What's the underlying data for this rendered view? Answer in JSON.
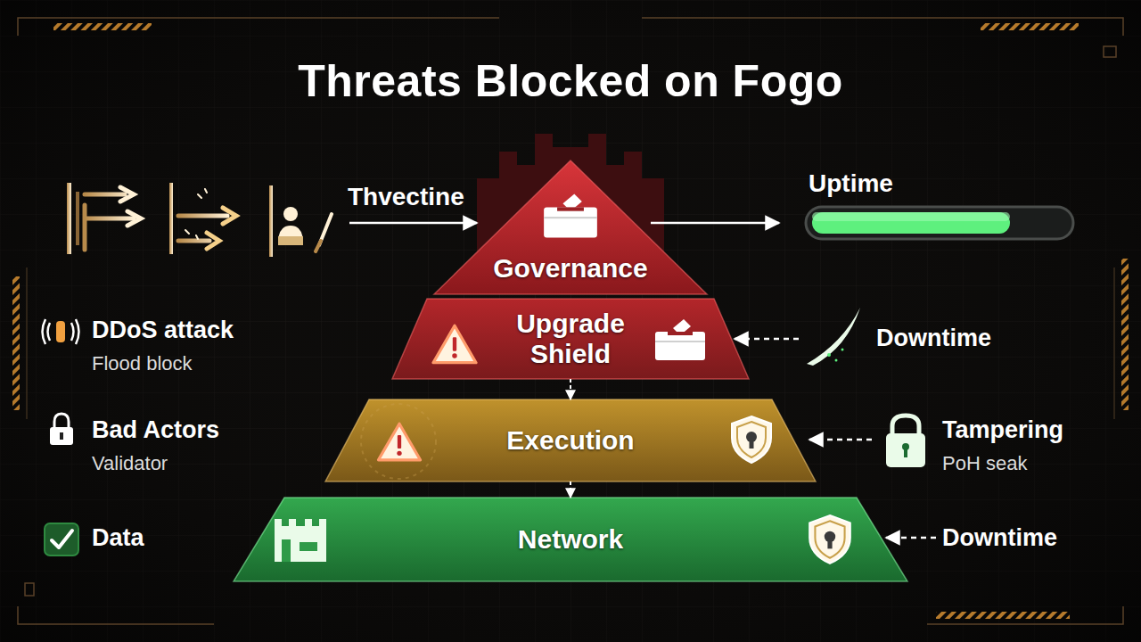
{
  "diagram": {
    "title": "Threats Blocked on Fogo",
    "nodes": [
      {
        "text": [
          "Governance"
        ]
      },
      {
        "text": [
          "Upgrade Shield"
        ]
      },
      {
        "text": [
          "Execution"
        ]
      },
      {
        "text": [
          "Network"
        ]
      }
    ],
    "edges": [
      {
        "from": 1,
        "to": 2,
        "arrow": "to"
      },
      {
        "from": 2,
        "to": 3,
        "arrow": "to"
      }
    ],
    "labels": [
      "Thvectine",
      "Uptime",
      "DDoS attack",
      "Flood block",
      "Bad Actors",
      "Validator",
      "Data",
      "Downtime",
      "Tampering",
      "PoH seak",
      "Downtime"
    ]
  }
}
